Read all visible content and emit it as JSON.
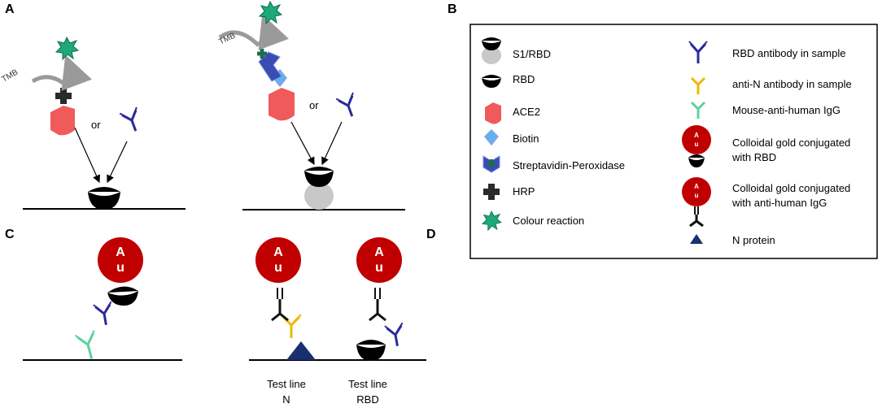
{
  "panels": {
    "a": "A",
    "b": "B",
    "c": "C",
    "d": "D"
  },
  "panel_a": {
    "left": {
      "tmb": "TMB",
      "or": "or"
    },
    "right": {
      "tmb": "TMB",
      "or": "or"
    }
  },
  "legend": {
    "left": [
      {
        "label": "S1/RBD",
        "icon": "s1-rbd-icon"
      },
      {
        "label": "RBD",
        "icon": "rbd-icon"
      },
      {
        "label": "ACE2",
        "icon": "ace2-icon"
      },
      {
        "label": "Biotin",
        "icon": "biotin-icon"
      },
      {
        "label": "Streptavidin-Peroxidase",
        "icon": "streptavidin-icon"
      },
      {
        "label": "HRP",
        "icon": "hrp-icon"
      },
      {
        "label": "Colour reaction",
        "icon": "colour-reaction-icon"
      }
    ],
    "right": [
      {
        "label": "RBD antibody in sample",
        "icon": "rbd-antibody-icon"
      },
      {
        "label": "anti-N antibody in sample",
        "icon": "anti-n-antibody-icon"
      },
      {
        "label": "Mouse-anti-human IgG",
        "icon": "mouse-igg-icon"
      },
      {
        "label": "Colloidal gold conjugated",
        "label2": "with RBD",
        "icon": "gold-rbd-icon"
      },
      {
        "label": "Colloidal gold conjugated",
        "label2": "with anti-human IgG",
        "icon": "gold-igg-icon"
      },
      {
        "label": "N protein",
        "icon": "n-protein-icon"
      }
    ]
  },
  "gold_text": {
    "a": "A",
    "u": "u"
  },
  "test_lines": {
    "n": {
      "line1": "Test line",
      "line2": "N"
    },
    "rbd": {
      "line1": "Test line",
      "line2": "RBD"
    }
  },
  "colors": {
    "ace2": "#f05a5a",
    "gold": "#c00000",
    "rbd_antibody": "#2a2a9a",
    "anti_n_antibody": "#f0b800",
    "mouse_igg": "#5fd0a0",
    "n_protein": "#1a2f6e",
    "colour_reaction": "#1fa878",
    "biotin": "#5ab4f0",
    "streptavidin": "#3a4db5",
    "s1": "#c8c8c8"
  }
}
